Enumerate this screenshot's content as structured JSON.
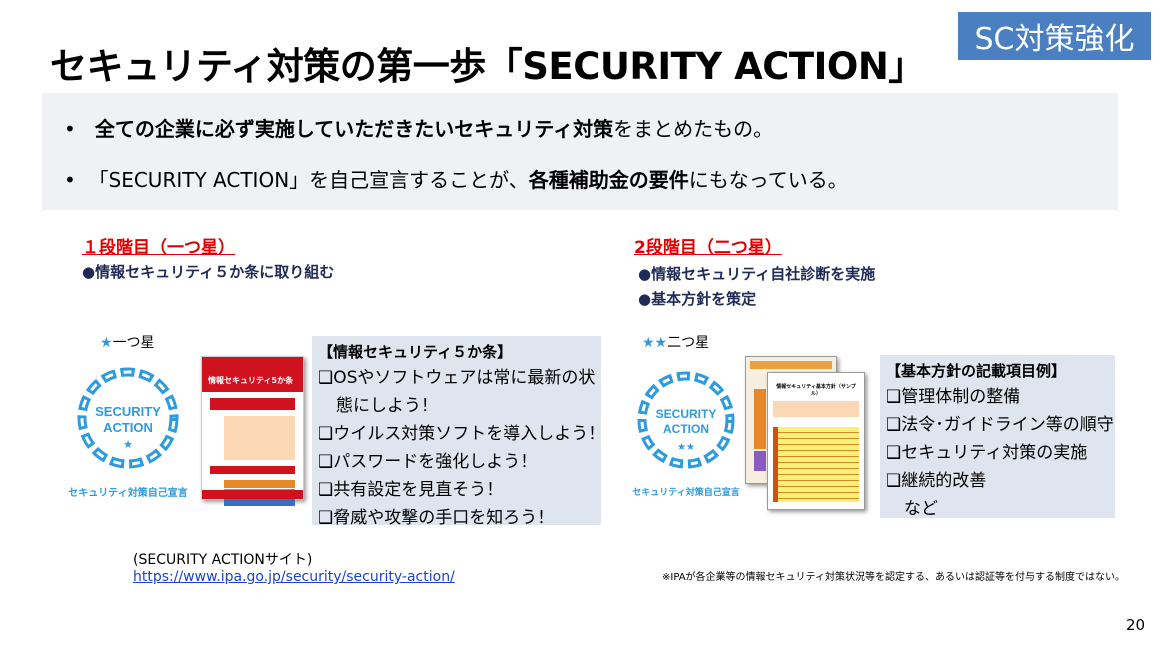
{
  "title": "セキュリティ対策の第一歩「SECURITY ACTION」",
  "badge": "SC対策強化",
  "summary": {
    "bullet1": {
      "bold": "全ての企業に必ず実施していただきたいセキュリティ対策",
      "rest": "をまとめたもの。"
    },
    "bullet2": {
      "pre": "「SECURITY ACTION」を自己宣言することが、",
      "bold": "各種補助金の要件",
      "rest": "にもなっている。"
    }
  },
  "left": {
    "stage": "１段階目（一つ星）",
    "points": [
      "●情報セキュリティ５か条に取り組む"
    ],
    "star_label": "一つ星",
    "logo_text": "SECURITY ACTION",
    "logo_caption": "セキュリティ対策自己宣言",
    "doc_title": "情報セキュリティ5か条",
    "box_title": "【情報セキュリティ５か条】",
    "items": [
      "OSやソフトウェアは常に最新の状",
      "態にしよう！",
      "ウイルス対策ソフトを導入しよう！",
      "パスワードを強化しよう！",
      "共有設定を見直そう！",
      "脅威や攻撃の手口を知ろう！"
    ]
  },
  "right": {
    "stage": "2段階目（二つ星）",
    "points": [
      "●情報セキュリティ自社診断を実施",
      "●基本方針を策定"
    ],
    "star_label": "二つ星",
    "logo_text": "SECURITY ACTION",
    "logo_caption": "セキュリティ対策自己宣言",
    "doc_title": "情報セキュリティ基本方針（サンプル）",
    "box_title": "【基本方針の記載項目例】",
    "items": [
      "管理体制の整備",
      "法令･ガイドライン等の順守",
      "セキュリティ対策の実施",
      "継続的改善"
    ],
    "tail": "など"
  },
  "footer": {
    "site_label": "(SECURITY ACTIONサイト)",
    "url": "https://www.ipa.go.jp/security/security-action/",
    "note": "※IPAが各企業等の情報セキュリティ対策状況等を認定する、あるいは認証等を付与する制度ではない。",
    "page": "20"
  },
  "colors": {
    "badge": "#4a7fc1",
    "stage": "#e00000",
    "logo": "#2e9bdc",
    "link": "#1a44c8"
  }
}
